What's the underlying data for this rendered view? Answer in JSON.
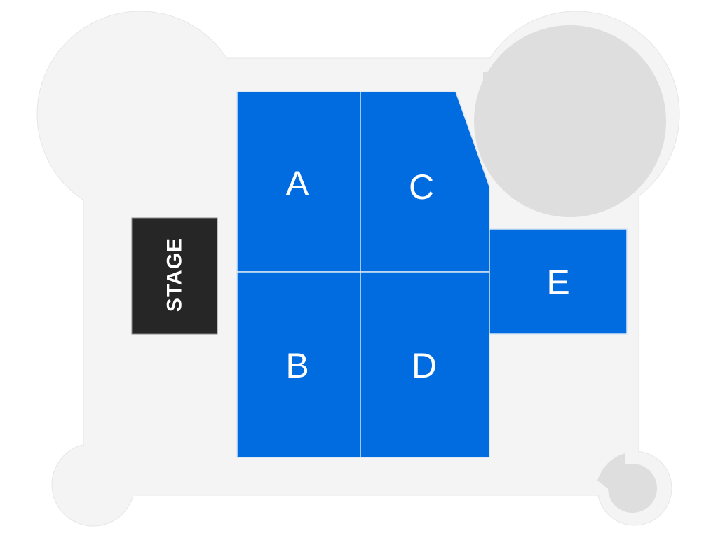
{
  "venue": {
    "floor_color": "#f4f4f4",
    "floor_border_color": "#e6e6e6",
    "obstruction_color": "#dedede"
  },
  "stage": {
    "label": "STAGE",
    "color": "#262626"
  },
  "sections": {
    "color": "#006ce0",
    "divider_color": "#d9e6f5",
    "items": [
      {
        "id": "A",
        "label": "A"
      },
      {
        "id": "B",
        "label": "B"
      },
      {
        "id": "C",
        "label": "C"
      },
      {
        "id": "D",
        "label": "D"
      },
      {
        "id": "E",
        "label": "E"
      }
    ]
  }
}
